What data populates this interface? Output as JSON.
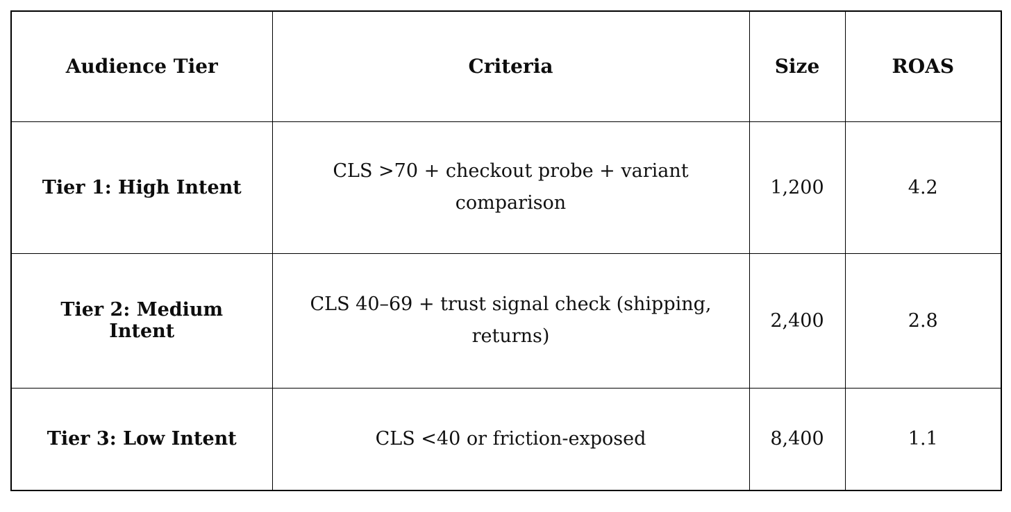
{
  "table": {
    "headers": [
      "Audience Tier",
      "Criteria",
      "Size",
      "ROAS"
    ],
    "rows": [
      {
        "tier": "Tier 1: High Intent",
        "criteria": "CLS >70 + checkout probe + variant\ncomparison",
        "size": "1,200",
        "roas": "4.2"
      },
      {
        "tier": "Tier 2: Medium Intent",
        "criteria": "CLS 40–69 + trust signal check (shipping,\nreturns)",
        "size": "2,400",
        "roas": "2.8"
      },
      {
        "tier": "Tier 3: Low Intent",
        "criteria": "CLS <40 or friction-exposed",
        "size": "8,400",
        "roas": "1.1"
      }
    ]
  }
}
